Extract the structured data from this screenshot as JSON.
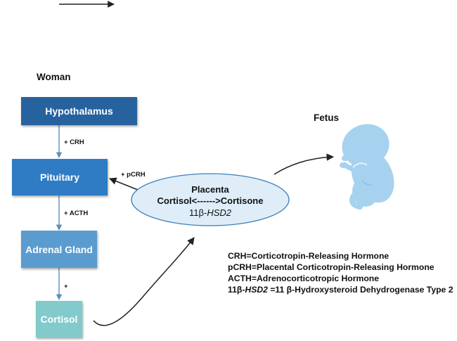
{
  "headings": {
    "woman": "Woman",
    "fetus": "Fetus"
  },
  "boxes": {
    "hypothalamus": "Hypothalamus",
    "pituitary": "Pituitary",
    "adrenal_gland": "Adrenal Gland",
    "cortisol": "Cortisol"
  },
  "arrow_labels": {
    "crh": "+ CRH",
    "acth": "+ ACTH",
    "plus": "+",
    "pcrh": "+ pCRH"
  },
  "placenta": {
    "title": "Placenta",
    "reaction": "Cortisol<------>Cortisone",
    "enzyme_prefix": "11β-",
    "enzyme_gene": "HSD2"
  },
  "legend": {
    "crh": "CRH=Corticotropin-Releasing Hormone",
    "pcrh": "pCRH=Placental Corticotropin-Releasing Hormone",
    "acth": "ACTH=Adrenocorticotropic Hormone",
    "hsd_prefix": "11β-",
    "hsd_gene": "HSD2",
    "hsd_rest": " =11 β-Hydroxysteroid Dehydrogenase Type 2"
  },
  "colors": {
    "hypothalamus": "#26629e",
    "pituitary": "#2f7cc4",
    "adrenal_gland": "#5b9cd0",
    "cortisol": "#82cacc",
    "ellipse_fill": "#deedf8",
    "ellipse_stroke": "#3f7fb8",
    "connector": "#5b8fbf",
    "fetus": "#a6d2ef"
  }
}
